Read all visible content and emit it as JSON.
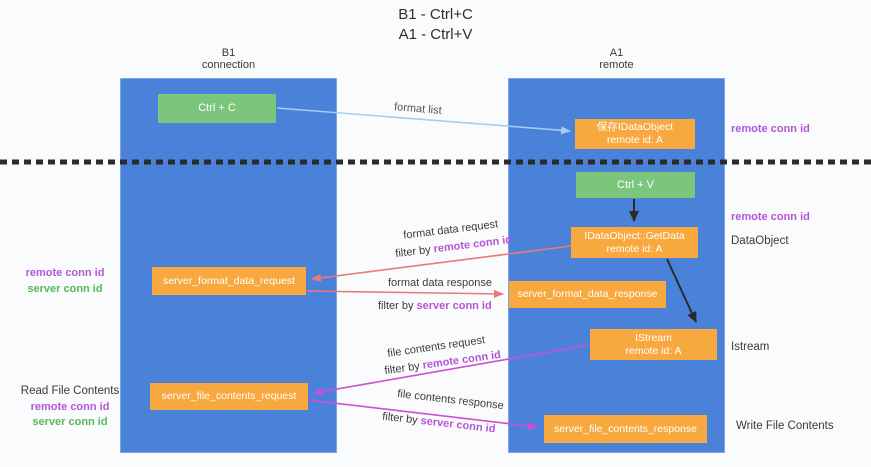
{
  "title": {
    "line1": "B1 - Ctrl+C",
    "line2": "A1 - Ctrl+V"
  },
  "lanes": {
    "left": {
      "name": "B1",
      "role": "connection"
    },
    "right": {
      "name": "A1",
      "role": "remote"
    }
  },
  "nodes": {
    "ctrl_c": "Ctrl + C",
    "ctrl_v": "Ctrl + V",
    "save_idataobject_line1": "保存IDataObject",
    "save_idataobject_line2": "remote id: A",
    "getdata_line1": "IDataObject::GetData",
    "getdata_line2": "remote id: A",
    "istream_line1": "IStream",
    "istream_line2": "remote id: A",
    "format_request": "server_format_data_request",
    "format_response": "server_format_data_response",
    "file_request": "server_file_contents_request",
    "file_response": "server_file_contents_response"
  },
  "flows": {
    "format_list": "format list",
    "format_data_request": "format data request",
    "format_data_response": "format data response",
    "file_contents_request": "file contents request",
    "file_contents_response": "file contents response",
    "filter_prefix": "filter by ",
    "remote_conn_id": "remote conn id",
    "server_conn_id": "server conn id"
  },
  "annotations": {
    "right_remote_conn_id_top": "remote conn id",
    "right_remote_conn_id_mid": "remote conn id",
    "right_dataobject": "DataObject",
    "right_istream": "Istream",
    "right_write_file_contents": "Write File Contents",
    "left_remote_conn_id_top": "remote conn id",
    "left_server_conn_id_top": "server conn id",
    "left_read_file_contents": "Read File Contents",
    "left_remote_conn_id_bottom": "remote conn id",
    "left_server_conn_id_bottom": "server conn id"
  },
  "colors": {
    "lane_blue": "#4a82d9",
    "box_orange": "#f7a83e",
    "box_green": "#7cc57d",
    "arrow_light_blue": "#a5cdf0",
    "arrow_red": "#e87a7a",
    "arrow_magenta": "#cc4fd0",
    "arrow_black": "#2b2b2b",
    "text_purple": "#b455d6",
    "text_green": "#55b85c",
    "background": "#fafbfc"
  }
}
